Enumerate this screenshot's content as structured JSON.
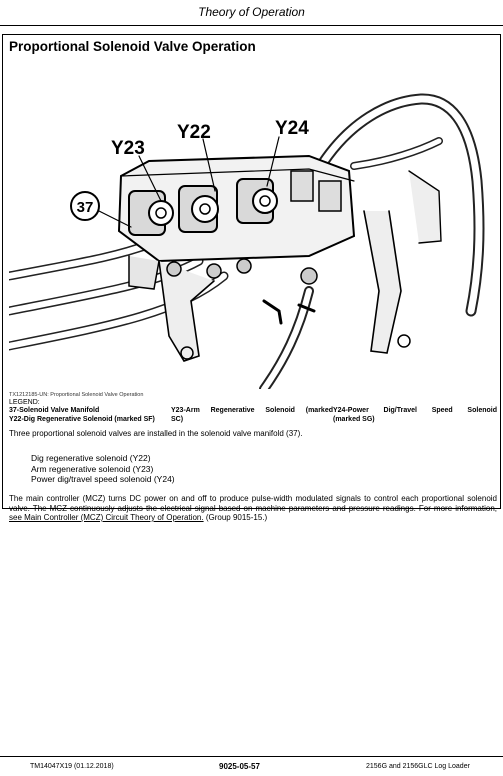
{
  "header": {
    "title": "Theory of Operation"
  },
  "section": {
    "title": "Proportional Solenoid Valve Operation"
  },
  "figure": {
    "callouts": {
      "y23": "Y23",
      "y22": "Y22",
      "y24": "Y24",
      "manifold": "37"
    },
    "caption": "TX1212185-UN: Proportional Solenoid Valve Operation"
  },
  "legend": {
    "title": "LEGEND:",
    "col1": [
      "37-Solenoid Valve Manifold",
      "Y22-Dig Regenerative Solenoid (marked SF)"
    ],
    "col2": [
      "Y23-Arm Regenerative Solenoid (marked",
      "SC)"
    ],
    "col3": [
      "Y24-Power Dig/Travel Speed Solenoid",
      "(marked SG)"
    ]
  },
  "intro": "Three proportional solenoid valves are installed in the solenoid valve manifold (37).",
  "valves": [
    "Dig regenerative solenoid (Y22)",
    "Arm regenerative solenoid (Y23)",
    "Power dig/travel speed solenoid (Y24)"
  ],
  "body": {
    "text": "The main controller (MCZ) turns DC power on and off to produce pulse-width modulated signals to control each proportional solenoid valve. The MCZ continuously adjusts the electrical signal based on machine parameters and pressure readings. For more information, ",
    "link": "see Main Controller (MCZ) Circuit Theory of Operation.",
    "suffix": " (Group 9015-15.)"
  },
  "footer": {
    "left": "TM14047X19 (01.12.2018)",
    "center": "9025-05-57",
    "right": "2156G and 2156GLC Log Loader"
  }
}
